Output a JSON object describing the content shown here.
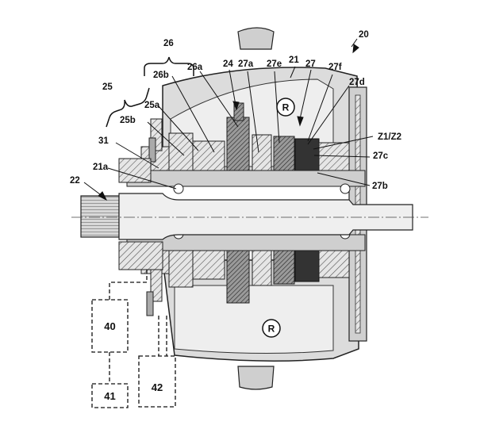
{
  "labels": {
    "l20": "20",
    "l26": "26",
    "l26a": "26a",
    "l24": "24",
    "l27a": "27a",
    "l27e": "27e",
    "l21": "21",
    "l27": "27",
    "l27f": "27f",
    "l26b": "26b",
    "l25": "25",
    "l27d": "27d",
    "l25a": "25a",
    "l25b": "25b",
    "lZ1Z2": "Z1/Z2",
    "l31": "31",
    "l27c": "27c",
    "l21a": "21a",
    "l22": "22",
    "l27b": "27b"
  },
  "boxes": {
    "b40": "40",
    "b41": "41",
    "b42": "42"
  },
  "reservoir": {
    "top": "R",
    "bottom": "R"
  }
}
